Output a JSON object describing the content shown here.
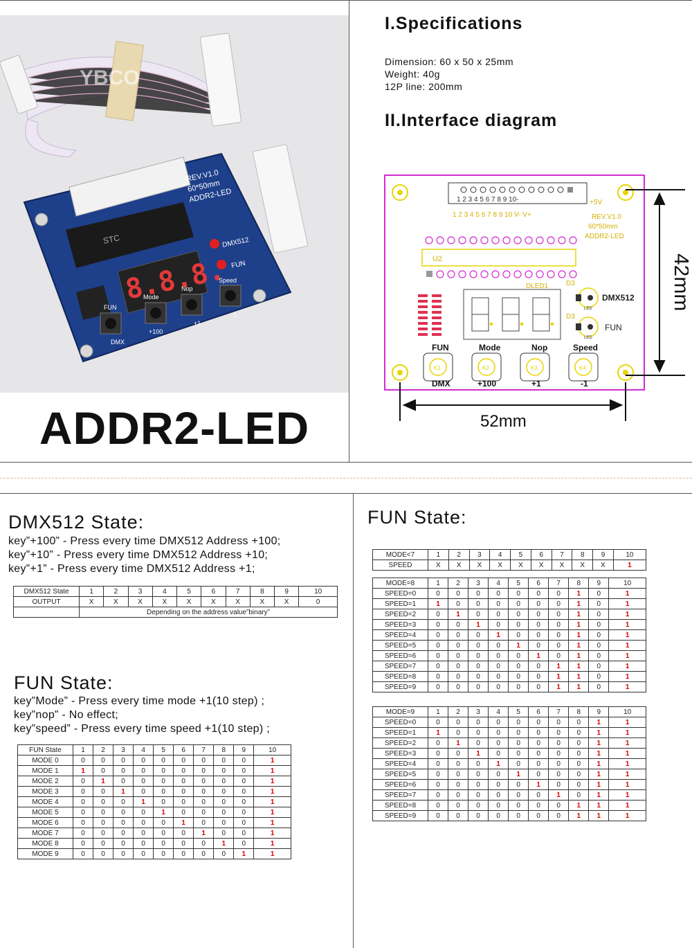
{
  "product_name": "ADDR2-LED",
  "photo": {
    "watermark": "YBCO",
    "board_silk": {
      "rev": "REV.V1.0",
      "size": "60*50mm",
      "model": "ADDR2-LED",
      "chip": "STC",
      "display": "8.8.8.",
      "dmx": "DMX512",
      "fun": "FUN"
    },
    "button_top_labels": [
      "FUN",
      "Mode",
      "Nop",
      "Speed"
    ],
    "button_bottom_labels": [
      "DMX",
      "+100",
      "+1",
      "-1"
    ]
  },
  "specs": {
    "heading1": "I.Specifications",
    "lines": [
      "Dimension: 60 x 50 x 25mm",
      "Weight: 40g",
      "12P  line: 200mm"
    ],
    "heading2": "II.Interface diagram"
  },
  "diagram": {
    "height_label": "42mm",
    "width_label": "52mm",
    "plus5v": "+5V",
    "pin_numbers_top": "1 2  3  4  5  6  7  8  9   10-",
    "pin_numbers_bottom": "1  2  3  4  5  6  7  8  9  10  V-   V+",
    "rev": "REV.V1.0",
    "size": "60*50mm",
    "model": "ADDR2-LED",
    "u2": "U2",
    "dled": "DLED1",
    "d3a": "D3",
    "d3b": "D3",
    "dmx512": "DMX512",
    "fun": "FUN",
    "led": "LED",
    "buttons": [
      {
        "top": "FUN",
        "bottom": "DMX",
        "id": "K1"
      },
      {
        "top": "Mode",
        "bottom": "+100",
        "id": "K2"
      },
      {
        "top": "Nop",
        "bottom": "+1",
        "id": "K3"
      },
      {
        "top": "Speed",
        "bottom": "-1",
        "id": "K4"
      }
    ]
  },
  "dmx_state": {
    "title": "DMX512 State:",
    "lines": [
      "key”+100” - Press every time DMX512 Address +100;",
      "key”+10” - Press every time DMX512 Address +10;",
      "key”+1” - Press every time DMX512 Address +1;"
    ],
    "table": {
      "header": [
        "DMX512 State",
        "1",
        "2",
        "3",
        "4",
        "5",
        "6",
        "7",
        "8",
        "9",
        "10"
      ],
      "output": [
        "OUTPUT",
        "X",
        "X",
        "X",
        "X",
        "X",
        "X",
        "X",
        "X",
        "X",
        "0"
      ],
      "note": "Depending on the address value”binary”"
    }
  },
  "fun_state_left": {
    "title": "FUN  State:",
    "lines": [
      "key”Mode” - Press every time mode +1(10 step) ;",
      "key”nop” -   No effect;",
      "key”speed” - Press every time speed +1(10 step) ;"
    ],
    "table": {
      "header": [
        "FUN State",
        "1",
        "2",
        "3",
        "4",
        "5",
        "6",
        "7",
        "8",
        "9",
        "10"
      ],
      "rows": [
        [
          "MODE 0",
          "0",
          "0",
          "0",
          "0",
          "0",
          "0",
          "0",
          "0",
          "0",
          "1"
        ],
        [
          "MODE 1",
          "1",
          "0",
          "0",
          "0",
          "0",
          "0",
          "0",
          "0",
          "0",
          "1"
        ],
        [
          "MODE 2",
          "0",
          "1",
          "0",
          "0",
          "0",
          "0",
          "0",
          "0",
          "0",
          "1"
        ],
        [
          "MODE 3",
          "0",
          "0",
          "1",
          "0",
          "0",
          "0",
          "0",
          "0",
          "0",
          "1"
        ],
        [
          "MODE 4",
          "0",
          "0",
          "0",
          "1",
          "0",
          "0",
          "0",
          "0",
          "0",
          "1"
        ],
        [
          "MODE 5",
          "0",
          "0",
          "0",
          "0",
          "1",
          "0",
          "0",
          "0",
          "0",
          "1"
        ],
        [
          "MODE 6",
          "0",
          "0",
          "0",
          "0",
          "0",
          "1",
          "0",
          "0",
          "0",
          "1"
        ],
        [
          "MODE 7",
          "0",
          "0",
          "0",
          "0",
          "0",
          "0",
          "1",
          "0",
          "0",
          "1"
        ],
        [
          "MODE 8",
          "0",
          "0",
          "0",
          "0",
          "0",
          "0",
          "0",
          "1",
          "0",
          "1"
        ],
        [
          "MODE 9",
          "0",
          "0",
          "0",
          "0",
          "0",
          "0",
          "0",
          "0",
          "1",
          "1"
        ]
      ]
    }
  },
  "fun_state_right": {
    "title": "FUN  State:",
    "table_mode7": {
      "header": [
        "MODE<7",
        "1",
        "2",
        "3",
        "4",
        "5",
        "6",
        "7",
        "8",
        "9",
        "10"
      ],
      "row": [
        "SPEED",
        "X",
        "X",
        "X",
        "X",
        "X",
        "X",
        "X",
        "X",
        "X",
        "1"
      ]
    },
    "table_mode8": {
      "header": [
        "MODE=8",
        "1",
        "2",
        "3",
        "4",
        "5",
        "6",
        "7",
        "8",
        "9",
        "10"
      ],
      "rows": [
        [
          "SPEED=0",
          "0",
          "0",
          "0",
          "0",
          "0",
          "0",
          "0",
          "1",
          "0",
          "1"
        ],
        [
          "SPEED=1",
          "1",
          "0",
          "0",
          "0",
          "0",
          "0",
          "0",
          "1",
          "0",
          "1"
        ],
        [
          "SPEED=2",
          "0",
          "1",
          "0",
          "0",
          "0",
          "0",
          "0",
          "1",
          "0",
          "1"
        ],
        [
          "SPEED=3",
          "0",
          "0",
          "1",
          "0",
          "0",
          "0",
          "0",
          "1",
          "0",
          "1"
        ],
        [
          "SPEED=4",
          "0",
          "0",
          "0",
          "1",
          "0",
          "0",
          "0",
          "1",
          "0",
          "1"
        ],
        [
          "SPEED=5",
          "0",
          "0",
          "0",
          "0",
          "1",
          "0",
          "0",
          "1",
          "0",
          "1"
        ],
        [
          "SPEED=6",
          "0",
          "0",
          "0",
          "0",
          "0",
          "1",
          "0",
          "1",
          "0",
          "1"
        ],
        [
          "SPEED=7",
          "0",
          "0",
          "0",
          "0",
          "0",
          "0",
          "1",
          "1",
          "0",
          "1"
        ],
        [
          "SPEED=8",
          "0",
          "0",
          "0",
          "0",
          "0",
          "0",
          "1",
          "1",
          "0",
          "1"
        ],
        [
          "SPEED=9",
          "0",
          "0",
          "0",
          "0",
          "0",
          "0",
          "1",
          "1",
          "0",
          "1"
        ]
      ]
    },
    "table_mode9": {
      "header": [
        "MODE=9",
        "1",
        "2",
        "3",
        "4",
        "5",
        "6",
        "7",
        "8",
        "9",
        "10"
      ],
      "rows": [
        [
          "SPEED=0",
          "0",
          "0",
          "0",
          "0",
          "0",
          "0",
          "0",
          "0",
          "1",
          "1"
        ],
        [
          "SPEED=1",
          "1",
          "0",
          "0",
          "0",
          "0",
          "0",
          "0",
          "0",
          "1",
          "1"
        ],
        [
          "SPEED=2",
          "0",
          "1",
          "0",
          "0",
          "0",
          "0",
          "0",
          "0",
          "1",
          "1"
        ],
        [
          "SPEED=3",
          "0",
          "0",
          "1",
          "0",
          "0",
          "0",
          "0",
          "0",
          "1",
          "1"
        ],
        [
          "SPEED=4",
          "0",
          "0",
          "0",
          "1",
          "0",
          "0",
          "0",
          "0",
          "1",
          "1"
        ],
        [
          "SPEED=5",
          "0",
          "0",
          "0",
          "0",
          "1",
          "0",
          "0",
          "0",
          "1",
          "1"
        ],
        [
          "SPEED=6",
          "0",
          "0",
          "0",
          "0",
          "0",
          "1",
          "0",
          "0",
          "1",
          "1"
        ],
        [
          "SPEED=7",
          "0",
          "0",
          "0",
          "0",
          "0",
          "0",
          "1",
          "0",
          "1",
          "1"
        ],
        [
          "SPEED=8",
          "0",
          "0",
          "0",
          "0",
          "0",
          "0",
          "0",
          "1",
          "1",
          "1"
        ],
        [
          "SPEED=9",
          "0",
          "0",
          "0",
          "0",
          "0",
          "0",
          "0",
          "1",
          "1",
          "1"
        ]
      ]
    }
  },
  "colors": {
    "board_blue": "#1e3f8a",
    "magenta_outline": "#d12bd1",
    "mount_yellow": "#e8d400",
    "red_one": "#d40000"
  }
}
